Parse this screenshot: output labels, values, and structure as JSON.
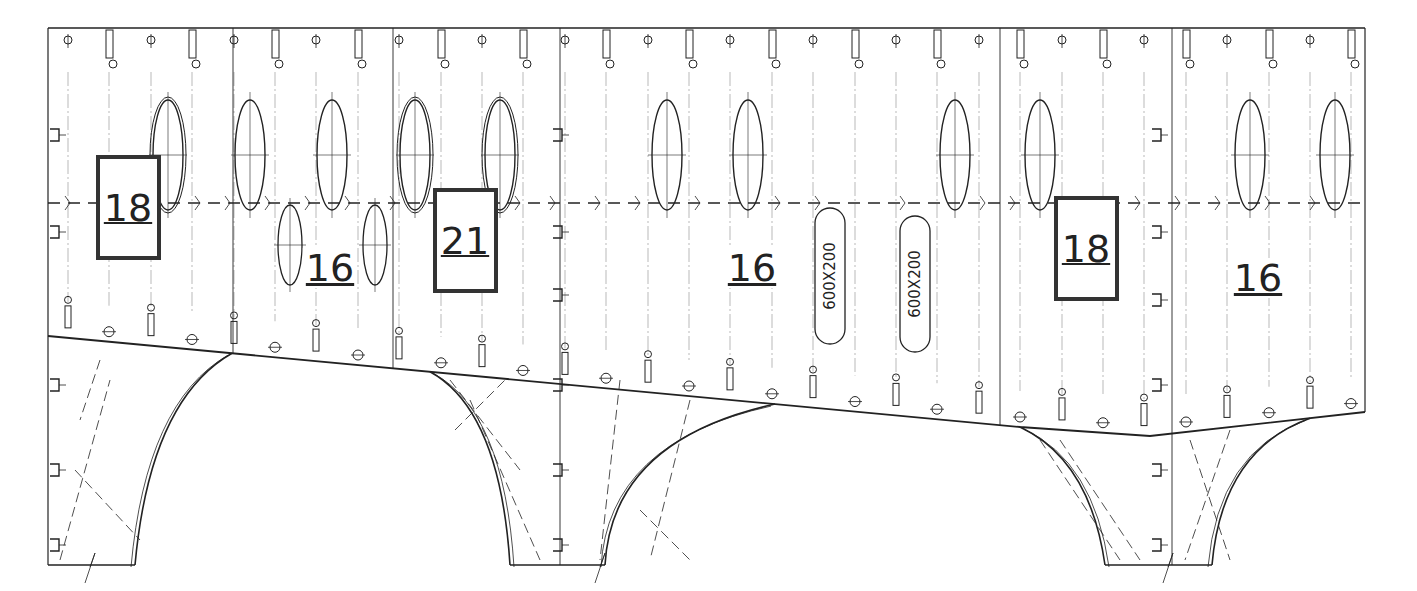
{
  "diagram": {
    "nodes": [
      {
        "text": [
          "18"
        ]
      },
      {
        "text": [
          "21"
        ]
      },
      {
        "text": [
          "18"
        ]
      }
    ],
    "labels": [
      "16",
      "16",
      "600X200",
      "600X200",
      "16"
    ]
  }
}
